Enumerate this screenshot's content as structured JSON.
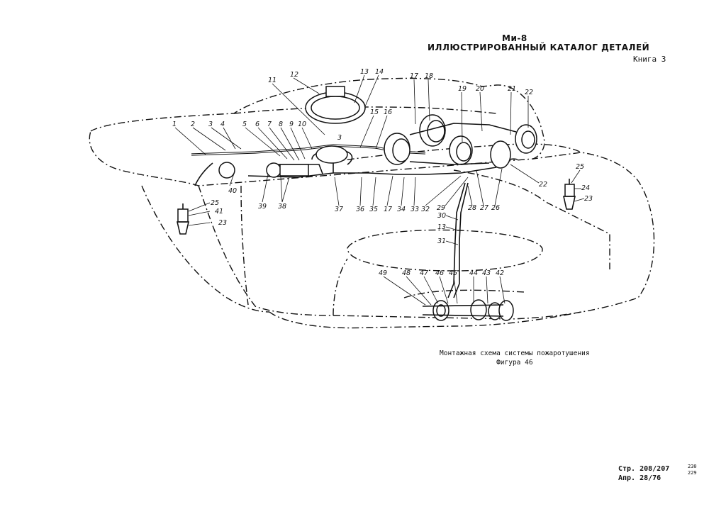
{
  "header": {
    "model": "Ми-8",
    "catalog_title": "ИЛЛЮСТРИРОВАННЫЙ  КАТАЛОГ ДЕТАЛЕЙ",
    "book": "Книга  3"
  },
  "caption": {
    "line1": "Монтажная схема системы пожаротушения",
    "line2": "Фигура 46"
  },
  "footer": {
    "page": "Стр. 208/207",
    "date": "Апр. 28/76",
    "ref_top": "230",
    "ref_bottom": "229"
  },
  "callouts": [
    "1",
    "2",
    "3",
    "4",
    "5",
    "6",
    "7",
    "8",
    "9",
    "10",
    "11",
    "12",
    "13",
    "14",
    "15",
    "16",
    "17",
    "18",
    "19",
    "20",
    "21",
    "22",
    "3",
    "25",
    "24",
    "23",
    "40",
    "39",
    "38",
    "37",
    "36",
    "35",
    "17",
    "34",
    "33",
    "32",
    "29",
    "28",
    "27",
    "26",
    "22",
    "25",
    "41",
    "23",
    "30",
    "13",
    "31",
    "49",
    "48",
    "47",
    "46",
    "45",
    "44",
    "43",
    "42"
  ]
}
